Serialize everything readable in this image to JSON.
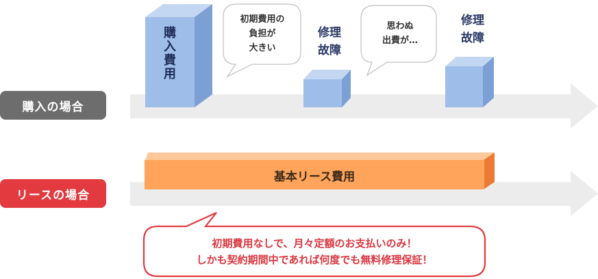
{
  "purchase": {
    "label": "購入の場合",
    "block_label": "購入費用",
    "bubble1": [
      "初期費用の",
      "負担が",
      "大きい"
    ],
    "repair1": [
      "修理",
      "故障"
    ],
    "bubble2": [
      "思わぬ",
      "出費が…"
    ],
    "repair2": [
      "修理",
      "故障"
    ]
  },
  "lease": {
    "label": "リースの場合",
    "bar_label": "基本リース費用",
    "note": [
      "初期費用なしで、月々定額のお支払いのみ！",
      "しかも契約期間中であれば何度でも無料修理保証！"
    ]
  },
  "colors": {
    "purchase_label_bg": "#6d6d6d",
    "lease_label_bg": "#e23a3f",
    "arrow": "#ececec",
    "block_front": "#9ebde8",
    "block_side": "#7c9fd4",
    "block_top": "#c4d7f2",
    "bar_front": "#ffa45a",
    "bar_side": "#ec7a35",
    "bar_top": "#ffc89a",
    "note_border": "#e23a3f"
  }
}
